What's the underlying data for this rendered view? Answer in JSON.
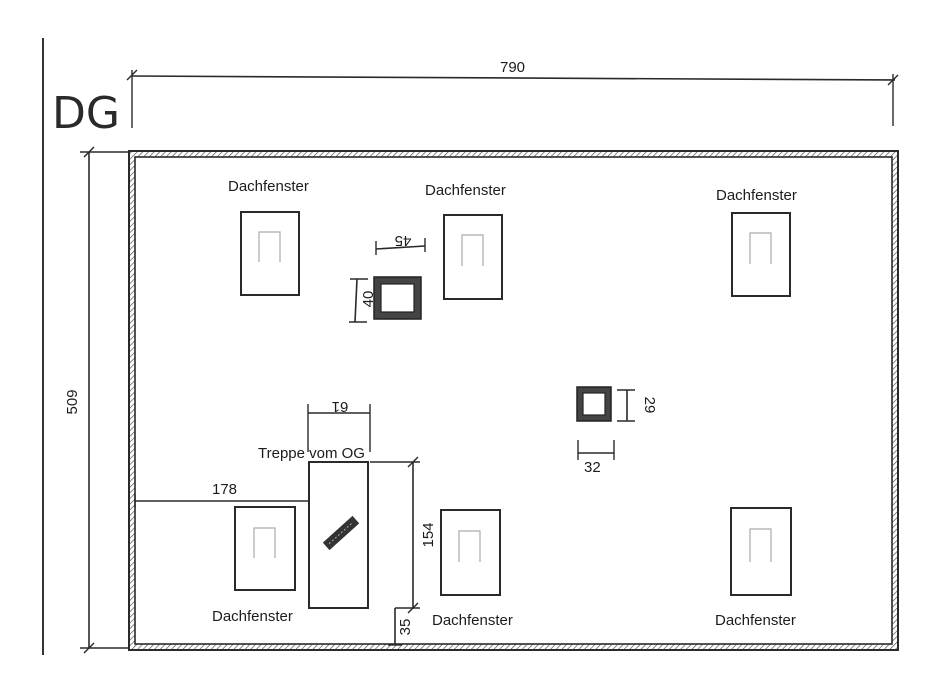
{
  "floor_label": "DG",
  "dimensions": {
    "total_width": "790",
    "total_height": "509",
    "chimney_a_width": "45",
    "chimney_a_height": "40",
    "chimney_b_width": "32",
    "chimney_b_height": "29",
    "stair_width": "61",
    "stair_length": "154",
    "stair_offset_left": "178",
    "stair_offset_bottom": "35"
  },
  "labels": {
    "window": "Dachfenster",
    "stair": "Treppe vom OG"
  },
  "windows": [
    {
      "id": "w1",
      "label": "Dachfenster"
    },
    {
      "id": "w2",
      "label": "Dachfenster"
    },
    {
      "id": "w3",
      "label": "Dachfenster"
    },
    {
      "id": "w4",
      "label": "Dachfenster"
    },
    {
      "id": "w5",
      "label": "Dachfenster"
    },
    {
      "id": "w6",
      "label": "Dachfenster"
    }
  ],
  "colors": {
    "ink": "#2a2a2a",
    "paper": "#ffffff",
    "wall_hatch": "#555555"
  }
}
